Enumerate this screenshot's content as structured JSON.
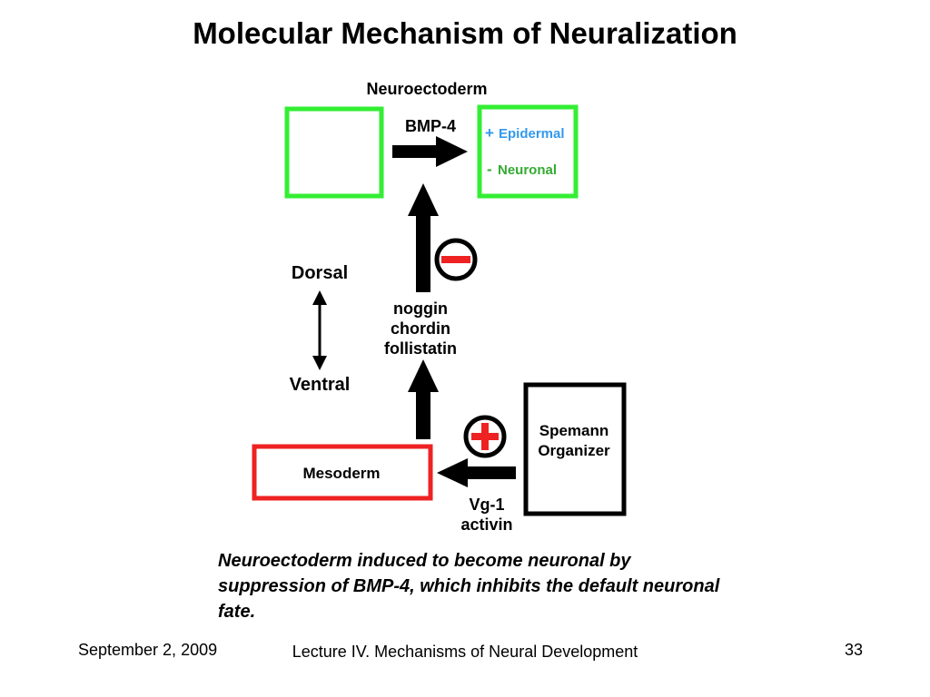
{
  "slide": {
    "title": "Molecular Mechanism of Neuralization",
    "caption": "Neuroectoderm induced to become neuronal by suppression of BMP-4, which inhibits the default neuronal fate.",
    "footer": {
      "date": "September 2, 2009",
      "lecture": "Lecture IV. Mechanisms of Neural Development",
      "page": "33"
    }
  },
  "diagram": {
    "neuroectoderm_label": "Neuroectoderm",
    "bmp_label": "BMP-4",
    "fate": {
      "plus_sign": "+",
      "epidermal": "Epidermal",
      "minus_sign": "-",
      "neuronal": "Neuronal"
    },
    "axis": {
      "dorsal": "Dorsal",
      "ventral": "Ventral"
    },
    "inhibitors": [
      "noggin",
      "chordin",
      "follistatin"
    ],
    "signals": [
      "Vg-1",
      "activin"
    ],
    "mesoderm_label": "Mesoderm",
    "organizer": [
      "Spemann",
      "Organizer"
    ]
  },
  "colors": {
    "neuro_box": "#33ee33",
    "mesoderm_box": "#ee2222",
    "epidermal_text": "#3399ee",
    "neuronal_text": "#33aa33",
    "minus_symbol": "#ee2222",
    "plus_symbol": "#ee2222"
  },
  "icons": {
    "inhibition": "minus-circle-icon",
    "activation": "plus-circle-icon"
  }
}
